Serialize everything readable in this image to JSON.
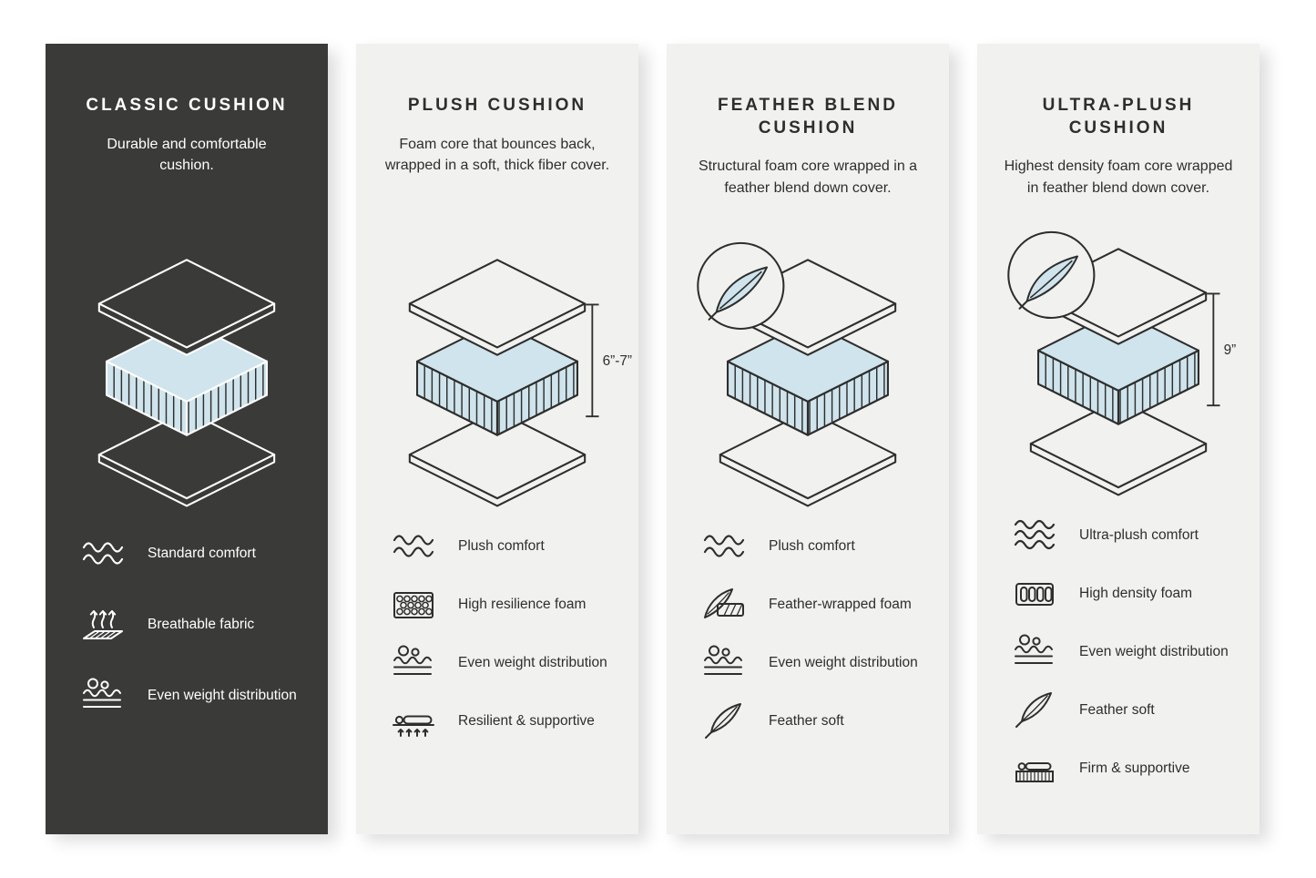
{
  "colors": {
    "panel_dark": "#3a3a38",
    "panel_light": "#f1f1ef",
    "foam_blue": "#cfe4ec",
    "ink": "#2e2e2c",
    "ink_on_dark": "#ffffff"
  },
  "panels": [
    {
      "title": "CLASSIC CUSHION",
      "description": "Durable and comfortable cushion.",
      "theme": "dark",
      "diagram": {
        "feather_badge": false,
        "dimension_label": ""
      },
      "features": [
        {
          "icon": "waves-icon",
          "label": "Standard comfort"
        },
        {
          "icon": "breathable-fabric-icon",
          "label": "Breathable fabric"
        },
        {
          "icon": "even-weight-icon",
          "label": "Even weight distribution"
        }
      ]
    },
    {
      "title": "PLUSH CUSHION",
      "description": "Foam core that bounces back, wrapped in a soft, thick fiber cover.",
      "theme": "light",
      "diagram": {
        "feather_badge": false,
        "dimension_label": "6”-7”"
      },
      "features": [
        {
          "icon": "waves-icon",
          "label": "Plush comfort"
        },
        {
          "icon": "high-resilience-foam-icon",
          "label": "High resilience foam"
        },
        {
          "icon": "even-weight-icon",
          "label": "Even weight distribution"
        },
        {
          "icon": "resilient-supportive-icon",
          "label": "Resilient & supportive"
        }
      ]
    },
    {
      "title": "FEATHER BLEND CUSHION",
      "description": "Structural foam core wrapped in a feather blend down cover.",
      "theme": "light",
      "diagram": {
        "feather_badge": true,
        "dimension_label": ""
      },
      "features": [
        {
          "icon": "waves-icon",
          "label": "Plush comfort"
        },
        {
          "icon": "feather-wrapped-foam-icon",
          "label": "Feather-wrapped foam"
        },
        {
          "icon": "even-weight-icon",
          "label": "Even weight distribution"
        },
        {
          "icon": "feather-icon",
          "label": "Feather soft"
        }
      ]
    },
    {
      "title": "ULTRA-PLUSH CUSHION",
      "description": "Highest density foam core wrapped in feather blend down cover.",
      "theme": "light",
      "diagram": {
        "feather_badge": true,
        "dimension_label": "9”"
      },
      "features": [
        {
          "icon": "waves-icon",
          "label": "Ultra-plush comfort"
        },
        {
          "icon": "high-density-foam-icon",
          "label": "High density foam"
        },
        {
          "icon": "even-weight-icon",
          "label": "Even weight distribution"
        },
        {
          "icon": "feather-icon",
          "label": "Feather soft"
        },
        {
          "icon": "firm-supportive-icon",
          "label": "Firm & supportive"
        }
      ]
    }
  ]
}
